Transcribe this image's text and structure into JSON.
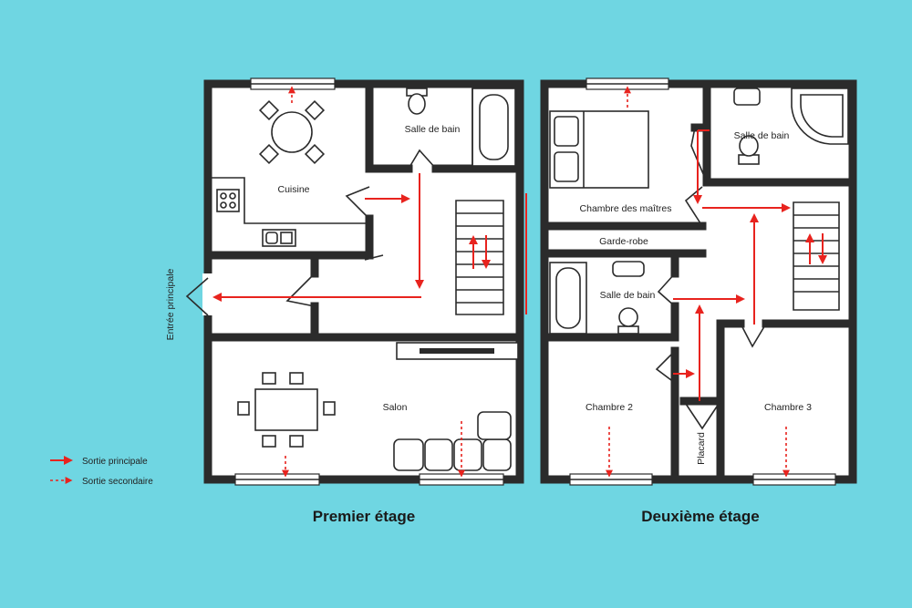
{
  "colors": {
    "background": "#6fd6e2",
    "floor": "#ffffff",
    "wall": "#2b2b2b",
    "exit_route": "#e8231e"
  },
  "floors": [
    {
      "caption": "Premier étage",
      "rooms": {
        "kitchen": "Cuisine",
        "bathroom": "Salle de bain",
        "living": "Salon"
      },
      "entrance": "Entrée principale"
    },
    {
      "caption": "Deuxième étage",
      "rooms": {
        "master": "Chambre des maîtres",
        "closet_walkin": "Garde-robe",
        "bathroom_top": "Salle de bain",
        "bathroom_mid": "Salle de bain",
        "bedroom2": "Chambre 2",
        "bedroom3": "Chambre 3",
        "closet": "Placard"
      }
    }
  ],
  "legend": [
    {
      "label": "Sortie principale",
      "style": "solid-arrow"
    },
    {
      "label": "Sortie secondaire",
      "style": "dashed-arrow"
    }
  ]
}
